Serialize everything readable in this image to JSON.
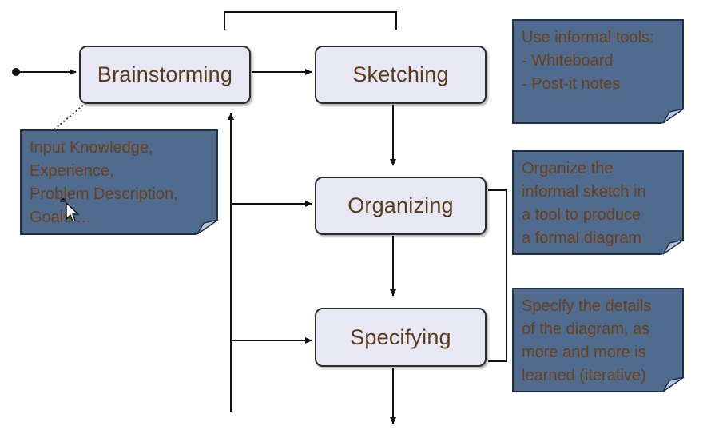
{
  "process_steps": {
    "brainstorming": "Brainstorming",
    "sketching": "Sketching",
    "organizing": "Organizing",
    "specifying": "Specifying"
  },
  "notes": {
    "input": {
      "lines": [
        "Input Knowledge,",
        "Experience,",
        "Problem Description,",
        "Goals …"
      ]
    },
    "tools": {
      "lines": [
        "Use informal tools:",
        "- Whiteboard",
        "- Post-it notes"
      ]
    },
    "organize": {
      "lines": [
        "Organize the",
        "informal sketch in",
        "a tool to produce",
        "a formal diagram"
      ]
    },
    "specify": {
      "lines": [
        "Specify the details",
        "of the diagram, as",
        "more and more is",
        "learned (iterative)"
      ]
    }
  },
  "colors": {
    "box_fill": "#e8e8f5",
    "note_fill": "#4f6c8f",
    "text_brown": "#5a3a1a"
  },
  "icons": {
    "cursor": "move-cursor-icon"
  }
}
